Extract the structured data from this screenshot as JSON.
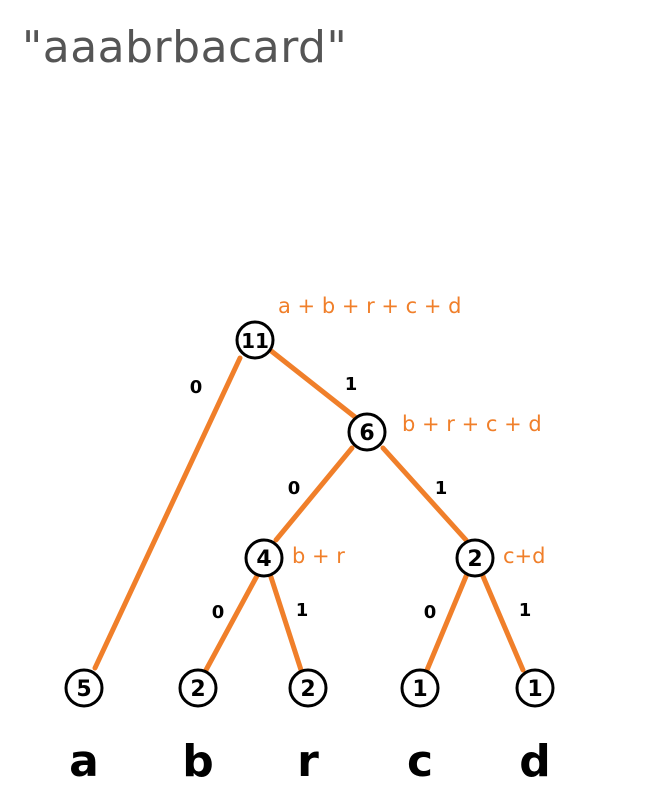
{
  "title": "\"aaabrbacard\"",
  "nodes": {
    "root": {
      "value": "11",
      "label": "a + b + r + c + d"
    },
    "n6": {
      "value": "6",
      "label": "b + r + c + d"
    },
    "n4": {
      "value": "4",
      "label": "b + r"
    },
    "n2": {
      "value": "2",
      "label": "c+d"
    },
    "leaf_a": {
      "value": "5",
      "letter": "a"
    },
    "leaf_b": {
      "value": "2",
      "letter": "b"
    },
    "leaf_r": {
      "value": "2",
      "letter": "r"
    },
    "leaf_c": {
      "value": "1",
      "letter": "c"
    },
    "leaf_d": {
      "value": "1",
      "letter": "d"
    }
  },
  "edge_labels": {
    "root_a": "0",
    "root_n6": "1",
    "n6_n4": "0",
    "n6_n2": "1",
    "n4_b": "0",
    "n4_r": "1",
    "n2_c": "0",
    "n2_d": "1"
  },
  "colors": {
    "edge": "#f07f2a",
    "label": "#f07f2a",
    "title": "#555555"
  }
}
